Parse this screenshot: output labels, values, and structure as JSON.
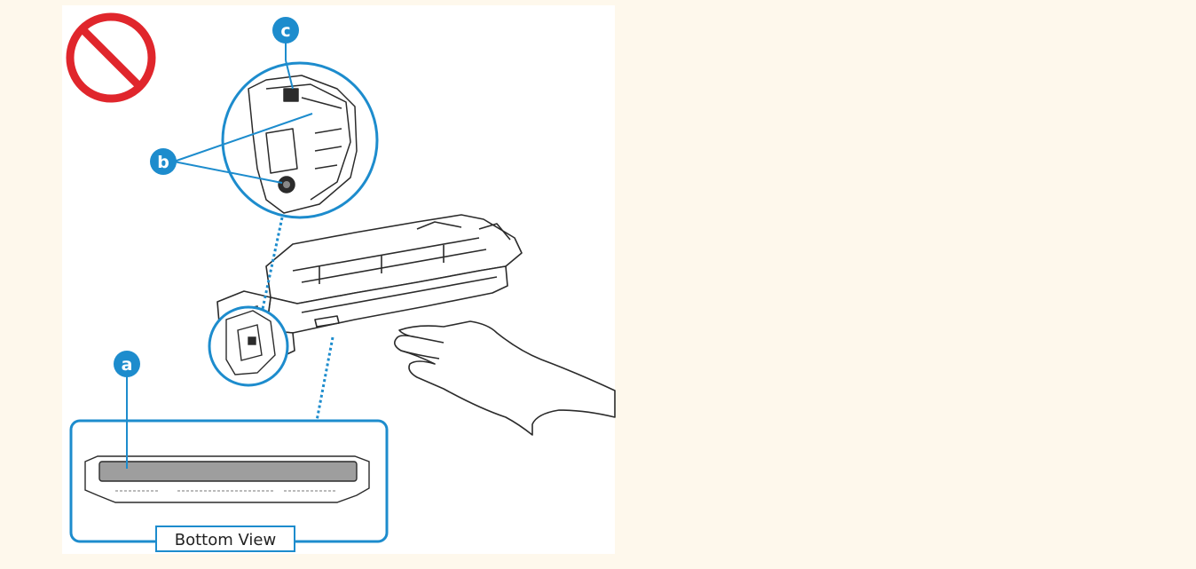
{
  "figure": {
    "callouts": [
      {
        "id": "a",
        "letter": "a"
      },
      {
        "id": "b",
        "letter": "b"
      },
      {
        "id": "c",
        "letter": "c"
      }
    ],
    "caption": "Bottom View"
  },
  "colors": {
    "background": "#fef8ec",
    "panel": "#ffffff",
    "accent": "#1d8ccd",
    "prohibited": "#e0262c",
    "line_art": "#2b2b2b"
  },
  "icons": {
    "prohibition": "prohibited-sign-icon"
  }
}
